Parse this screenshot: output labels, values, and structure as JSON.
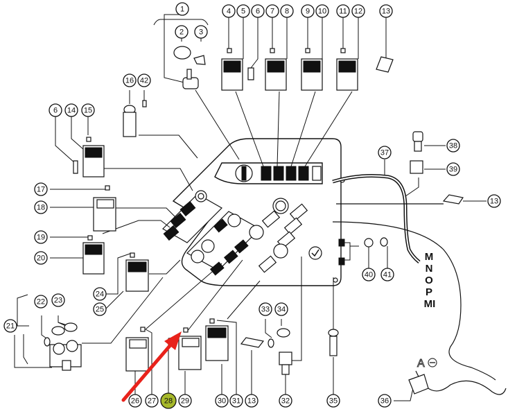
{
  "diagram": {
    "title": "Dashboard switch panel exploded parts diagram",
    "highlight_color": "#a6b82a",
    "arrow_color": "#e8221b",
    "highlighted_callout": "28",
    "arrow_target": "switch indicator lens above part 29",
    "callouts": [
      {
        "id": "c1",
        "label": "1"
      },
      {
        "id": "c2",
        "label": "2"
      },
      {
        "id": "c3",
        "label": "3"
      },
      {
        "id": "c4",
        "label": "4"
      },
      {
        "id": "c5",
        "label": "5"
      },
      {
        "id": "c6a",
        "label": "6"
      },
      {
        "id": "c7",
        "label": "7"
      },
      {
        "id": "c8",
        "label": "8"
      },
      {
        "id": "c9",
        "label": "9"
      },
      {
        "id": "c10",
        "label": "10"
      },
      {
        "id": "c11",
        "label": "11"
      },
      {
        "id": "c12",
        "label": "12"
      },
      {
        "id": "c13a",
        "label": "13"
      },
      {
        "id": "c16",
        "label": "16"
      },
      {
        "id": "c42",
        "label": "42"
      },
      {
        "id": "c6b",
        "label": "6"
      },
      {
        "id": "c14",
        "label": "14"
      },
      {
        "id": "c15",
        "label": "15"
      },
      {
        "id": "c17",
        "label": "17"
      },
      {
        "id": "c18",
        "label": "18"
      },
      {
        "id": "c19",
        "label": "19"
      },
      {
        "id": "c20",
        "label": "20"
      },
      {
        "id": "c24",
        "label": "24"
      },
      {
        "id": "c25",
        "label": "25"
      },
      {
        "id": "c21",
        "label": "21"
      },
      {
        "id": "c22",
        "label": "22"
      },
      {
        "id": "c23",
        "label": "23"
      },
      {
        "id": "c26",
        "label": "26"
      },
      {
        "id": "c27",
        "label": "27"
      },
      {
        "id": "c28",
        "label": "28"
      },
      {
        "id": "c29",
        "label": "29"
      },
      {
        "id": "c30",
        "label": "30"
      },
      {
        "id": "c31",
        "label": "31"
      },
      {
        "id": "c13b",
        "label": "13"
      },
      {
        "id": "c32",
        "label": "32"
      },
      {
        "id": "c33",
        "label": "33"
      },
      {
        "id": "c34",
        "label": "34"
      },
      {
        "id": "c35",
        "label": "35"
      },
      {
        "id": "c36",
        "label": "36"
      },
      {
        "id": "c37",
        "label": "37"
      },
      {
        "id": "c38",
        "label": "38"
      },
      {
        "id": "c39",
        "label": "39"
      },
      {
        "id": "c13c",
        "label": "13"
      },
      {
        "id": "c40",
        "label": "40"
      },
      {
        "id": "c41",
        "label": "41"
      }
    ],
    "connector_labels": [
      "M",
      "N",
      "O",
      "P",
      "MI"
    ],
    "ground_label": "A"
  }
}
